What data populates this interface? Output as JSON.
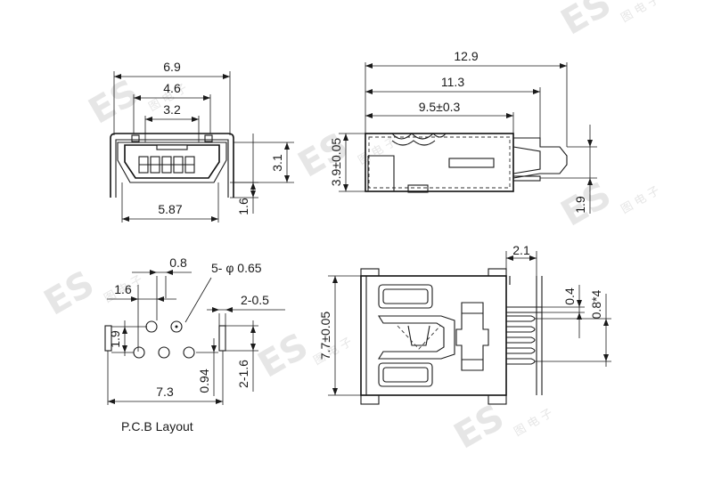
{
  "watermark": {
    "logo": "ES",
    "text": "图 电 子"
  },
  "front_view": {
    "dim_width_total": "6.9",
    "dim_width_mid": "4.6",
    "dim_width_inner": "3.2",
    "dim_width_bottom": "5.87",
    "dim_height_right": "3.1",
    "dim_height_leg": "1.6"
  },
  "side_view": {
    "dim_length_total": "12.9",
    "dim_length_mid": "11.3",
    "dim_length_inner": "9.5±0.3",
    "dim_height": "3.9±0.05",
    "dim_leg": "1.9"
  },
  "pcb_layout": {
    "dim_pitch": "0.8",
    "dim_holes": "5- φ 0.65",
    "dim_offset": "1.6",
    "dim_slot": "2-0.5",
    "dim_vertical": "1.9",
    "dim_spacing": "0.94",
    "dim_slot_len": "2-1.6",
    "dim_total": "7.3",
    "caption": "P.C.B Layout"
  },
  "top_view": {
    "dim_pin_offset": "2.1",
    "dim_pin_width": "0.4",
    "dim_pin_pitch": "0.8*4",
    "dim_width": "7.7±0.05"
  }
}
